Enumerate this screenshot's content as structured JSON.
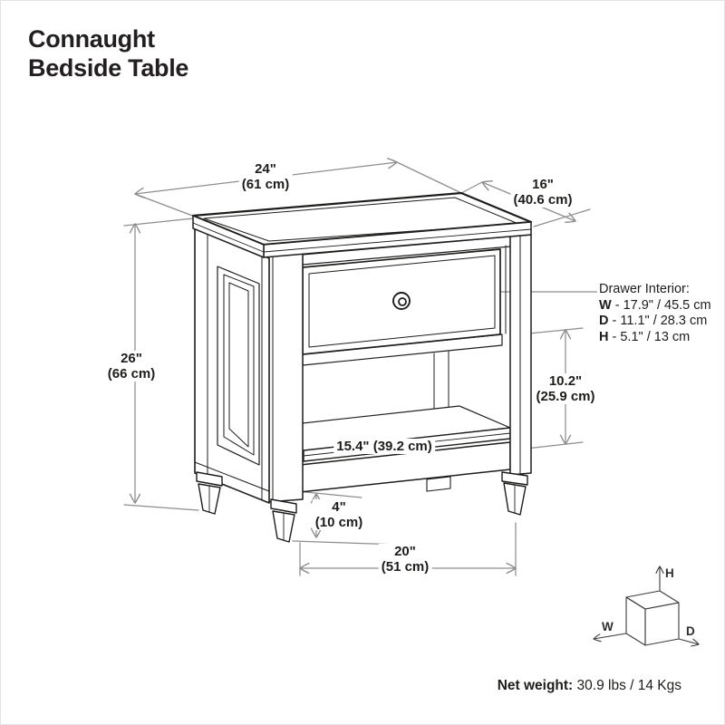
{
  "title": {
    "line1": "Connaught",
    "line2": "Bedside Table"
  },
  "dimensions": {
    "width": {
      "inches": "24\"",
      "cm": "(61 cm)"
    },
    "depth": {
      "inches": "16\"",
      "cm": "(40.6 cm)"
    },
    "height": {
      "inches": "26\"",
      "cm": "(66 cm)"
    },
    "shelf_opening_height": {
      "inches": "10.2\"",
      "cm": "(25.9 cm)"
    },
    "shelf_depth": {
      "label": "15.4\" (39.2 cm)"
    },
    "leg_height": {
      "inches": "4\"",
      "cm": "(10 cm)"
    },
    "leg_span": {
      "inches": "20\"",
      "cm": "(51 cm)"
    }
  },
  "drawer_interior": {
    "heading": "Drawer Interior:",
    "lines": [
      {
        "key": "W",
        "value": " - 17.9\" / 45.5 cm"
      },
      {
        "key": "D",
        "value": " - 11.1\" / 28.3 cm"
      },
      {
        "key": "H",
        "value": " - 5.1\" / 13 cm"
      }
    ]
  },
  "axis_legend": {
    "w": "W",
    "d": "D",
    "h": "H"
  },
  "net_weight": {
    "label": "Net weight:",
    "value": " 30.9 lbs / 14 Kgs"
  },
  "colors": {
    "ink": "#1d1d1b",
    "dimension_line": "#8d8d8d"
  }
}
